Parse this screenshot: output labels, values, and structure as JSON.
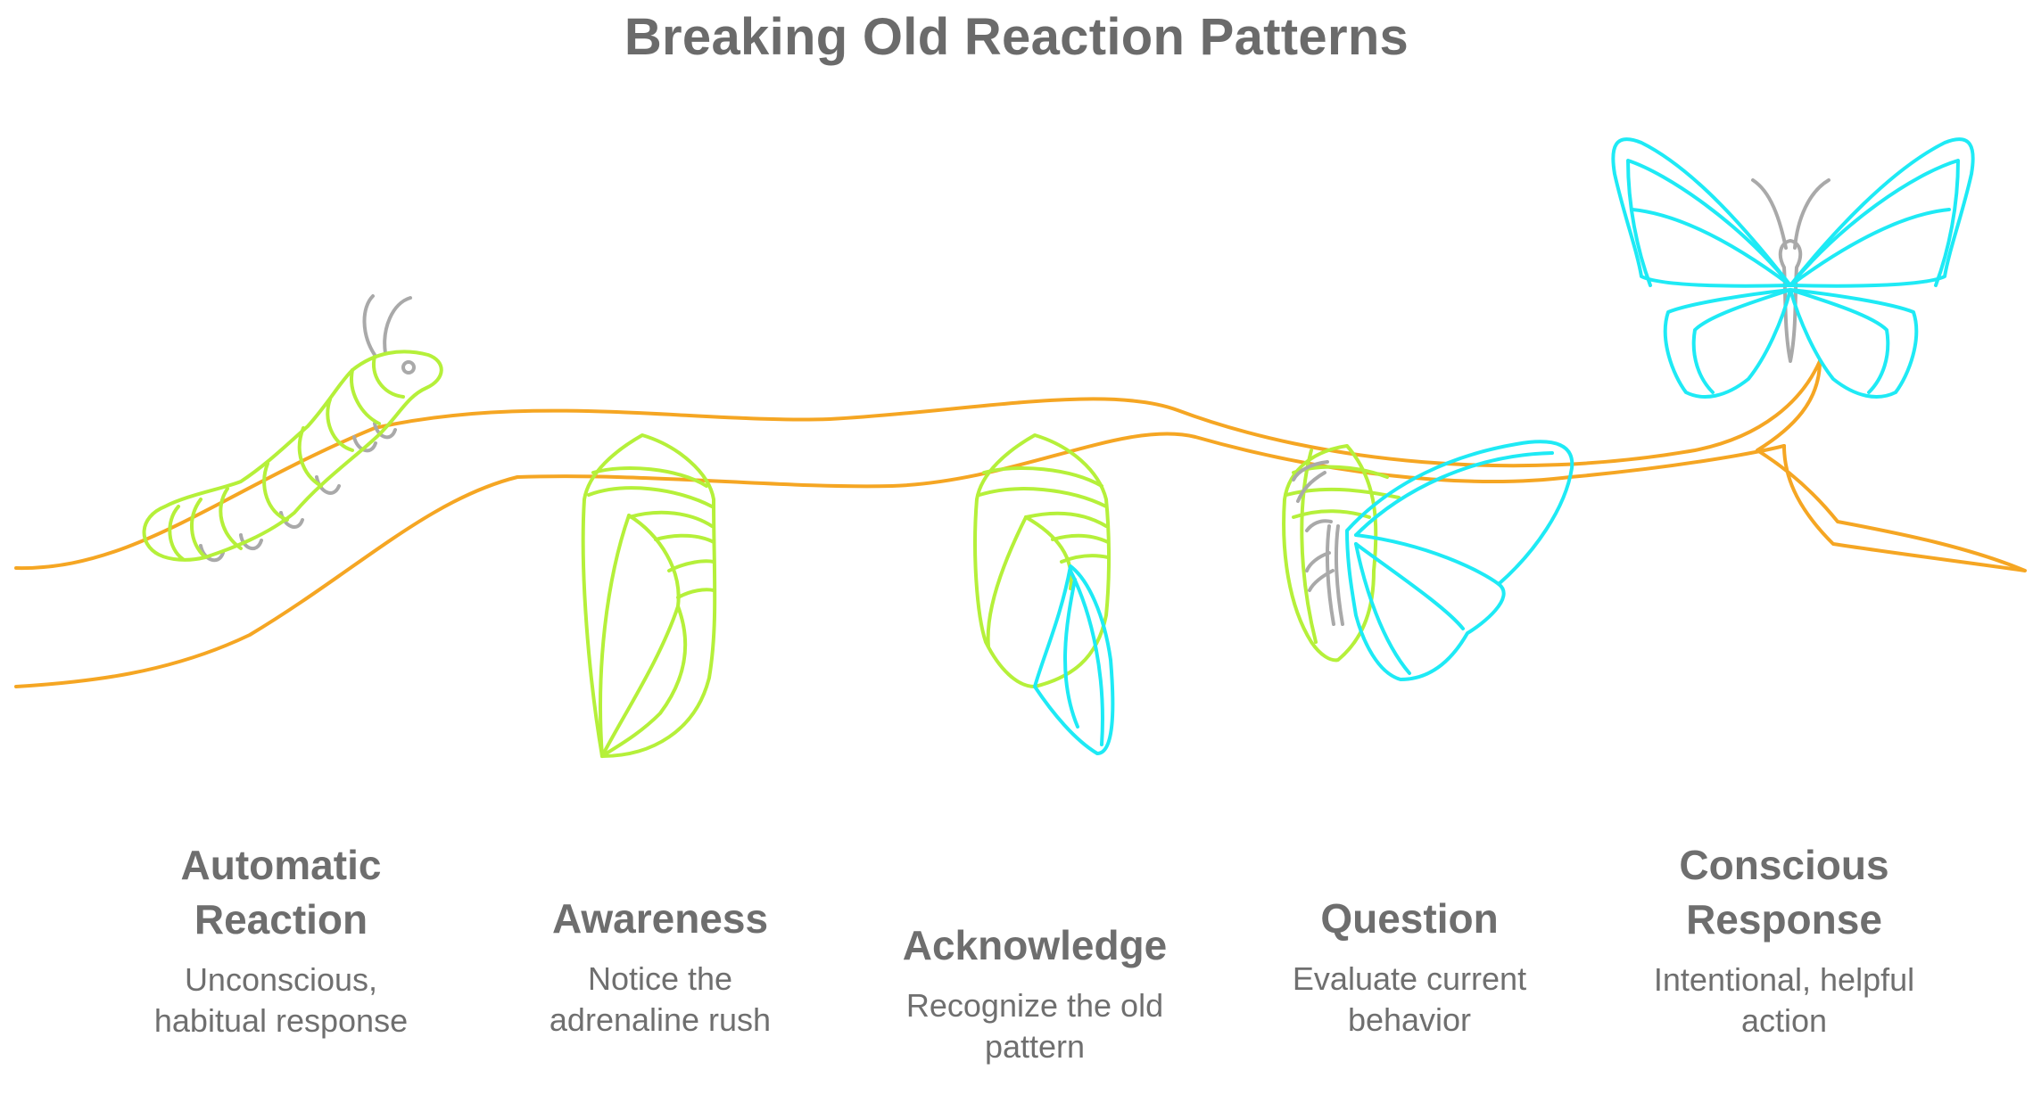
{
  "title": "Breaking Old Reaction Patterns",
  "stages": [
    {
      "heading_line1": "Automatic",
      "heading_line2": "Reaction",
      "desc_line1": "Unconscious,",
      "desc_line2": "habitual response",
      "icon": "caterpillar-icon"
    },
    {
      "heading_line1": "Awareness",
      "heading_line2": "",
      "desc_line1": "Notice the",
      "desc_line2": "adrenaline rush",
      "icon": "chrysalis-icon"
    },
    {
      "heading_line1": "Acknowledge",
      "heading_line2": "",
      "desc_line1": "Recognize the old",
      "desc_line2": "pattern",
      "icon": "chrysalis-wing-icon"
    },
    {
      "heading_line1": "Question",
      "heading_line2": "",
      "desc_line1": "Evaluate current",
      "desc_line2": "behavior",
      "icon": "emerging-butterfly-icon"
    },
    {
      "heading_line1": "Conscious",
      "heading_line2": "Response",
      "desc_line1": "Intentional, helpful",
      "desc_line2": "action",
      "icon": "butterfly-icon"
    }
  ],
  "colors": {
    "branch": "#F5A623",
    "green": "#B5F03A",
    "cyan": "#1EEAF5",
    "gray": "#A9A9A9",
    "text": "#6E6E6E"
  }
}
